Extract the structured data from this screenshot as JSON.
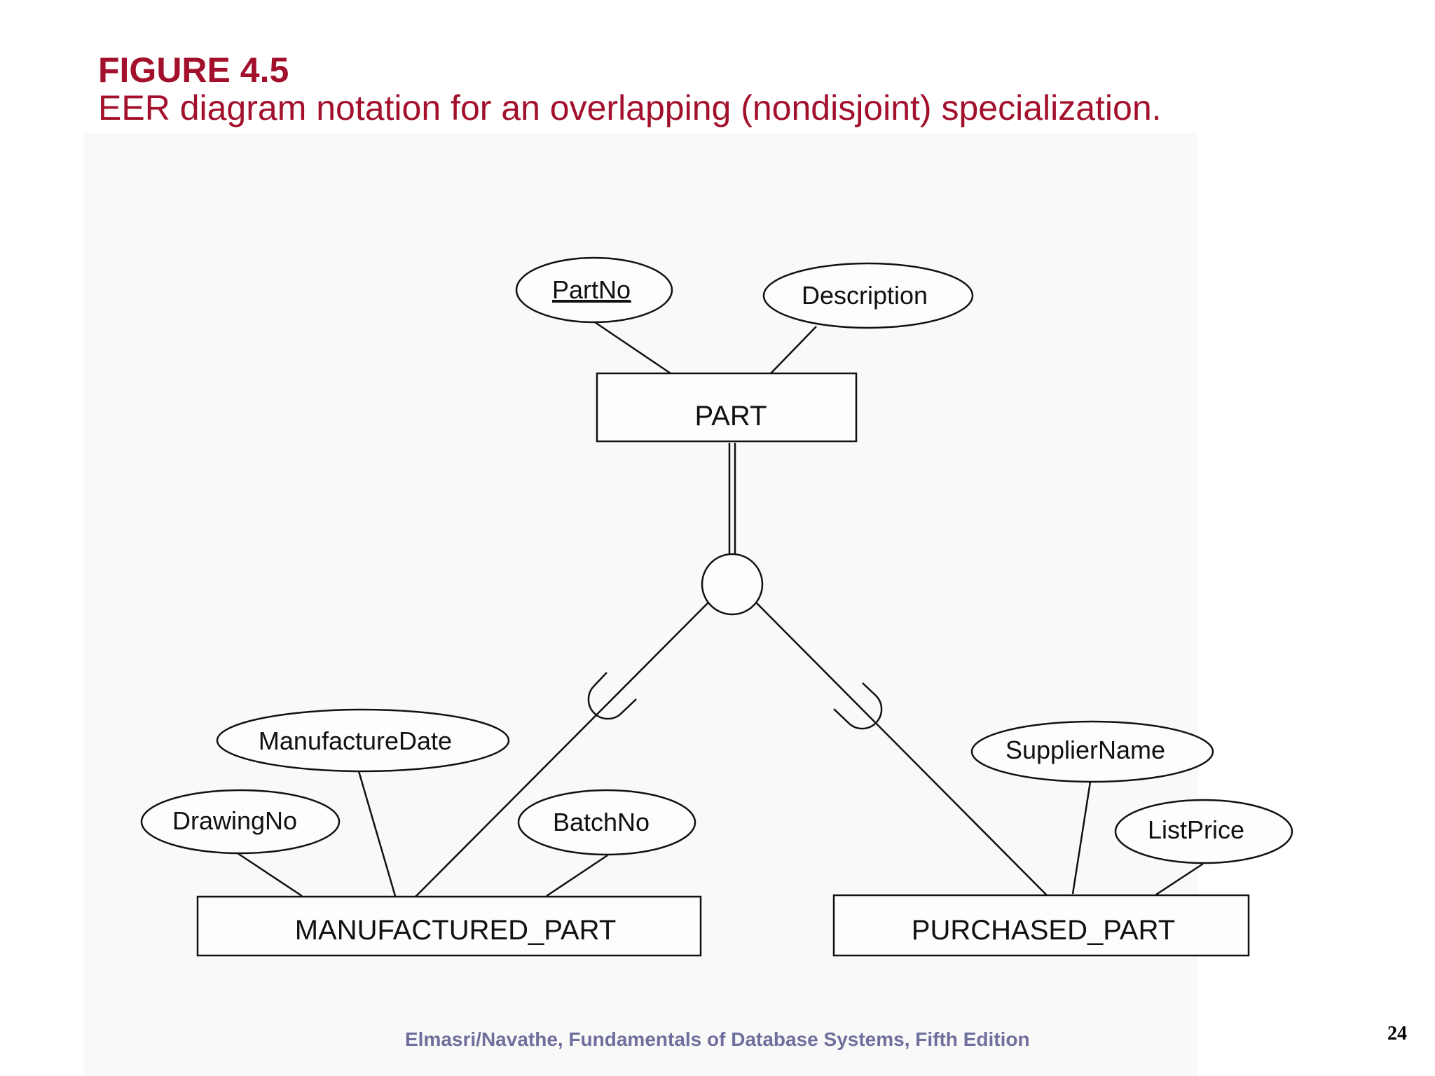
{
  "slide": {
    "title": "FIGURE 4.5",
    "caption": "EER diagram notation for an overlapping (nondisjoint) specialization.",
    "footer": "Elmasri/Navathe, Fundamentals of Database Systems, Fifth Edition",
    "page_number": "24"
  },
  "diagram": {
    "superclass": {
      "name": "PART",
      "attributes": [
        "PartNo",
        "Description"
      ],
      "key_attribute": "PartNo"
    },
    "specialization": {
      "type": "overlapping",
      "participation": "total"
    },
    "subclasses": [
      {
        "name": "MANUFACTURED_PART",
        "attributes": [
          "ManufactureDate",
          "DrawingNo",
          "BatchNo"
        ]
      },
      {
        "name": "PURCHASED_PART",
        "attributes": [
          "SupplierName",
          "ListPrice"
        ]
      }
    ]
  },
  "colors": {
    "title": "#a3102c",
    "footer": "#6f6f9c",
    "panel": "#f9f9f9",
    "line": "#111111"
  }
}
